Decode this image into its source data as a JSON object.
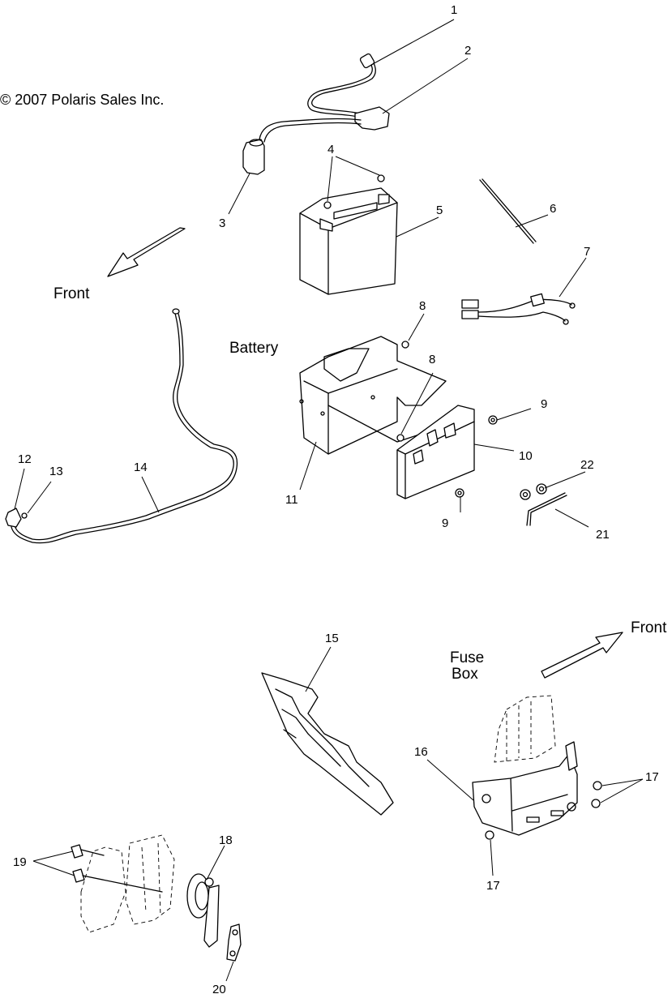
{
  "copyright": "© 2007 Polaris Sales Inc.",
  "direction_labels": {
    "front_top": "Front",
    "front_bottom": "Front"
  },
  "section_labels": {
    "battery": "Battery",
    "fuse_box_line1": "Fuse",
    "fuse_box_line2": "Box"
  },
  "callouts": {
    "c1": "1",
    "c2": "2",
    "c3": "3",
    "c4": "4",
    "c5": "5",
    "c6": "6",
    "c7": "7",
    "c8a": "8",
    "c8b": "8",
    "c9a": "9",
    "c9b": "9",
    "c10": "10",
    "c11": "11",
    "c12": "12",
    "c13": "13",
    "c14": "14",
    "c15": "15",
    "c16": "16",
    "c17a": "17",
    "c17b": "17",
    "c18": "18",
    "c19": "19",
    "c20": "20",
    "c21": "21",
    "c22": "22"
  }
}
